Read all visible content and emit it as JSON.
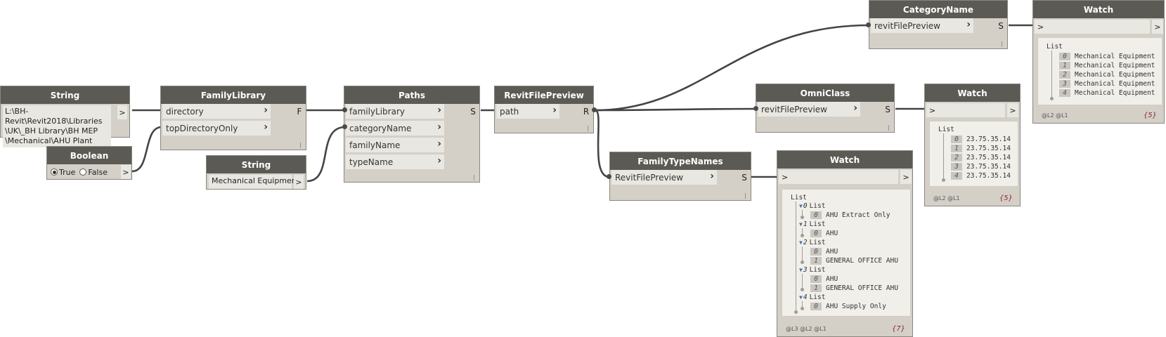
{
  "nodes": {
    "string_path": {
      "title": "String",
      "value_lines": [
        "L:\\BH-Revit\\Revit2018\\Libraries",
        "\\UK\\_BH Library\\BH MEP",
        "\\Mechanical\\AHU Plant"
      ],
      "out": ">"
    },
    "boolean": {
      "title": "Boolean",
      "true_label": "True",
      "false_label": "False",
      "selected": "True",
      "out": ">"
    },
    "family_library": {
      "title": "FamilyLibrary",
      "inputs": [
        "directory",
        "topDirectoryOnly"
      ],
      "output": "F"
    },
    "string_category": {
      "title": "String",
      "value": "Mechanical Equipment",
      "out": ">"
    },
    "paths": {
      "title": "Paths",
      "inputs": [
        "familyLibrary",
        "categoryName",
        "familyName",
        "typeName"
      ],
      "output": "S"
    },
    "revit_file_preview": {
      "title": "RevitFilePreview",
      "inputs": [
        "path"
      ],
      "output": "R"
    },
    "category_name": {
      "title": "CategoryName",
      "inputs": [
        "revitFilePreview"
      ],
      "output": "S"
    },
    "omniclass": {
      "title": "OmniClass",
      "inputs": [
        "revitFilePreview"
      ],
      "output": "S"
    },
    "family_type_names": {
      "title": "FamilyTypeNames",
      "inputs": [
        "RevitFilePreview"
      ],
      "output": "S"
    }
  },
  "watch_category": {
    "title": "Watch",
    "in": ">",
    "out": ">",
    "root": "List",
    "items": [
      {
        "i": "0",
        "v": "Mechanical Equipment"
      },
      {
        "i": "1",
        "v": "Mechanical Equipment"
      },
      {
        "i": "2",
        "v": "Mechanical Equipment"
      },
      {
        "i": "3",
        "v": "Mechanical Equipment"
      },
      {
        "i": "4",
        "v": "Mechanical Equipment"
      }
    ],
    "levels": "@L2 @L1",
    "count": "{5}"
  },
  "watch_omniclass": {
    "title": "Watch",
    "in": ">",
    "out": ">",
    "root": "List",
    "items": [
      {
        "i": "0",
        "v": "23.75.35.14"
      },
      {
        "i": "1",
        "v": "23.75.35.14"
      },
      {
        "i": "2",
        "v": "23.75.35.14"
      },
      {
        "i": "3",
        "v": "23.75.35.14"
      },
      {
        "i": "4",
        "v": "23.75.35.14"
      }
    ],
    "levels": "@L2 @L1",
    "count": "{5}"
  },
  "watch_types": {
    "title": "Watch",
    "in": ">",
    "out": ">",
    "root": "List",
    "groups": [
      {
        "i": "0",
        "label": "List",
        "items": [
          {
            "i": "0",
            "v": "AHU Extract Only"
          }
        ]
      },
      {
        "i": "1",
        "label": "List",
        "items": [
          {
            "i": "0",
            "v": "AHU"
          }
        ]
      },
      {
        "i": "2",
        "label": "List",
        "items": [
          {
            "i": "0",
            "v": "AHU"
          },
          {
            "i": "1",
            "v": "GENERAL OFFICE AHU"
          }
        ]
      },
      {
        "i": "3",
        "label": "List",
        "items": [
          {
            "i": "0",
            "v": "AHU"
          },
          {
            "i": "1",
            "v": "GENERAL OFFICE AHU"
          }
        ]
      },
      {
        "i": "4",
        "label": "List",
        "items": [
          {
            "i": "0",
            "v": "AHU Supply Only"
          }
        ]
      }
    ],
    "levels": "@L3 @L2 @L1",
    "count": "{7}"
  },
  "colors": {
    "node_header": "#5b5a55",
    "node_body": "#d4d0c8",
    "port": "#e9e7e1",
    "wire": "#444444",
    "count": "#8a2a2a"
  }
}
